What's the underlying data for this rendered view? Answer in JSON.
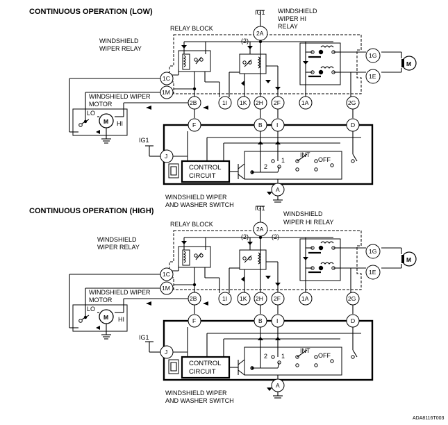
{
  "diagram_id": "ADA8116T003",
  "panels": [
    {
      "title": "CONTINUOUS OPERATION (LOW)",
      "labels": {
        "ig1_top": "IG1",
        "relay_block": "RELAY BLOCK",
        "wiper_relay": [
          "WINDSHIELD",
          "WIPER RELAY"
        ],
        "hi_relay": [
          "WINDSHIELD",
          "WIPER HI",
          "RELAY"
        ],
        "motor": [
          "WINDSHIELD WIPER",
          "MOTOR"
        ],
        "lo": "LO",
        "hi": "HI",
        "motor_symbol": "M",
        "ig1_switch": "IG1",
        "control_circuit": [
          "CONTROL",
          "CIRCUIT"
        ],
        "switch_name": [
          "WINDSHIELD WIPER",
          "AND WASHER SWITCH"
        ],
        "int": "INT",
        "off": "OFF",
        "pos1": "1",
        "pos2": "2",
        "note_mark": "(2)"
      },
      "connectors": {
        "top": "2A",
        "c1c": "1C",
        "c1m": "1M",
        "c2b": "2B",
        "c1i": "1I",
        "c1k": "1K",
        "c2h": "2H",
        "c2f": "2F",
        "c1a": "1A",
        "c2g": "2G",
        "c1g": "1G",
        "c1e": "1E",
        "sf": "F",
        "sb": "B",
        "si": "I",
        "sd": "D",
        "sj": "J",
        "sa": "A"
      }
    },
    {
      "title": "CONTINUOUS OPERATION (HIGH)",
      "labels": {
        "ig1_top": "IG1",
        "relay_block": "RELAY BLOCK",
        "wiper_relay": [
          "WINDSHIELD",
          "WIPER RELAY"
        ],
        "hi_relay": [
          "WINDSHIELD",
          "WIPER HI RELAY"
        ],
        "motor": [
          "WINDSHIELD WIPER",
          "MOTOR"
        ],
        "lo": "LO",
        "hi": "HI",
        "motor_symbol": "M",
        "ig1_switch": "IG1",
        "control_circuit": [
          "CONTROL",
          "CIRCUIT"
        ],
        "switch_name": [
          "WINDSHIELD WIPER",
          "AND WASHER SWITCH"
        ],
        "int": "INT",
        "off": "OFF",
        "pos1": "1",
        "pos2": "2",
        "note_mark": "(2)"
      },
      "connectors": {
        "top": "2A",
        "c1c": "1C",
        "c1m": "1M",
        "c2b": "2B",
        "c1i": "1I",
        "c1k": "1K",
        "c2h": "2H",
        "c2f": "2F",
        "c1a": "1A",
        "c2g": "2G",
        "c1g": "1G",
        "c1e": "1E",
        "sf": "F",
        "sb": "B",
        "si": "I",
        "sd": "D",
        "sj": "J",
        "sa": "A"
      }
    }
  ]
}
